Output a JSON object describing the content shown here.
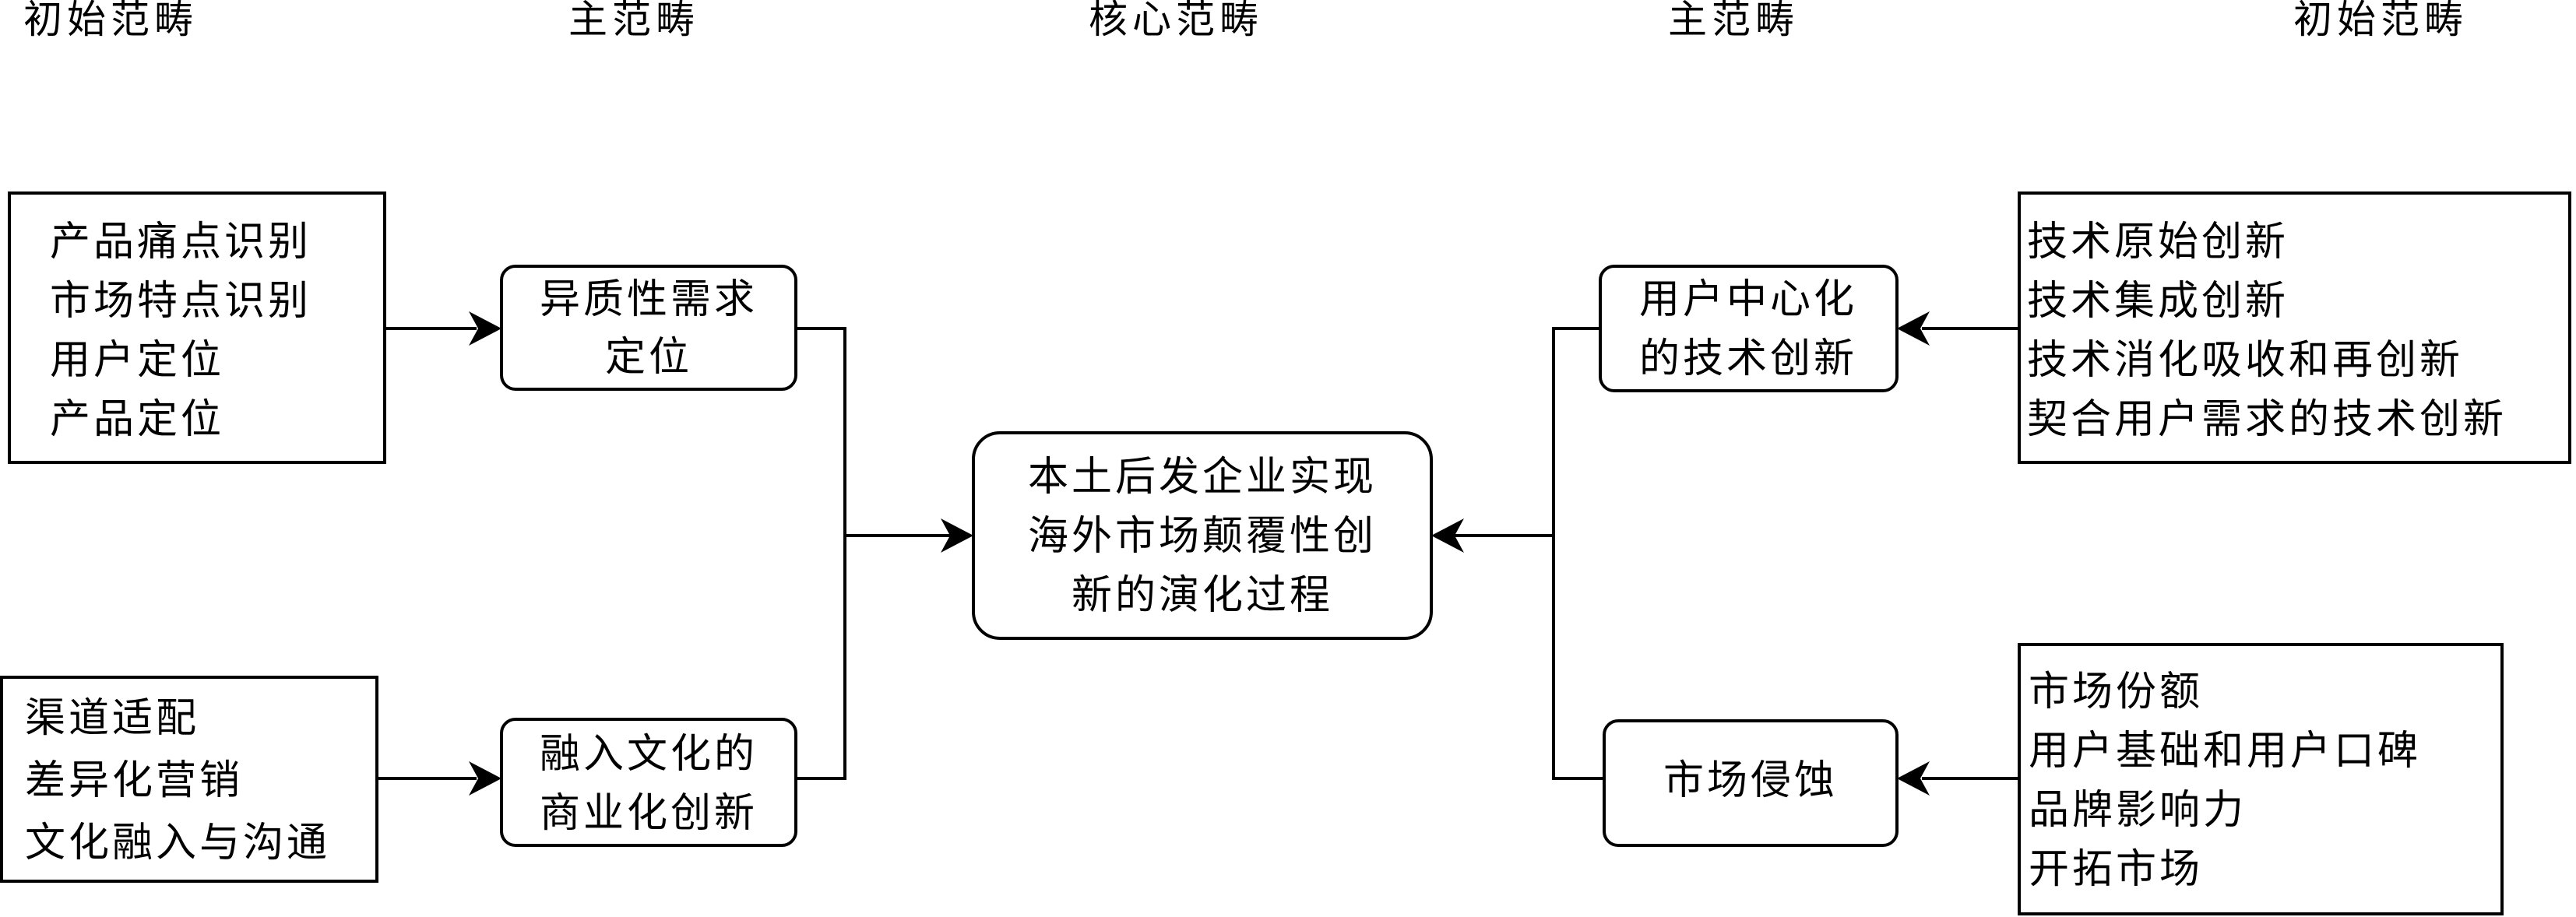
{
  "headers": {
    "left_outer": "初始范畴",
    "left_main": "主范畴",
    "core": "核心范畴",
    "right_main": "主范畴",
    "right_outer": "初始范畴"
  },
  "nodes": {
    "left_top_initial": [
      "产品痛点识别",
      "市场特点识别",
      "用户定位",
      "产品定位"
    ],
    "left_bottom_initial": [
      "渠道适配",
      "差异化营销",
      "文化融入与沟通"
    ],
    "left_top_main": [
      "异质性需求",
      "定位"
    ],
    "left_bottom_main": [
      "融入文化的",
      "商业化创新"
    ],
    "core": [
      "本土后发企业实现",
      "海外市场颠覆性创",
      "新的演化过程"
    ],
    "right_top_main": [
      "用户中心化",
      "的技术创新"
    ],
    "right_bottom_main": [
      "市场侵蚀"
    ],
    "right_top_initial": [
      "技术原始创新",
      "技术集成创新",
      "技术消化吸收和再创新",
      "契合用户需求的技术创新"
    ],
    "right_bottom_initial": [
      "市场份额",
      "用户基础和用户口碑",
      "品牌影响力",
      "开拓市场"
    ]
  }
}
